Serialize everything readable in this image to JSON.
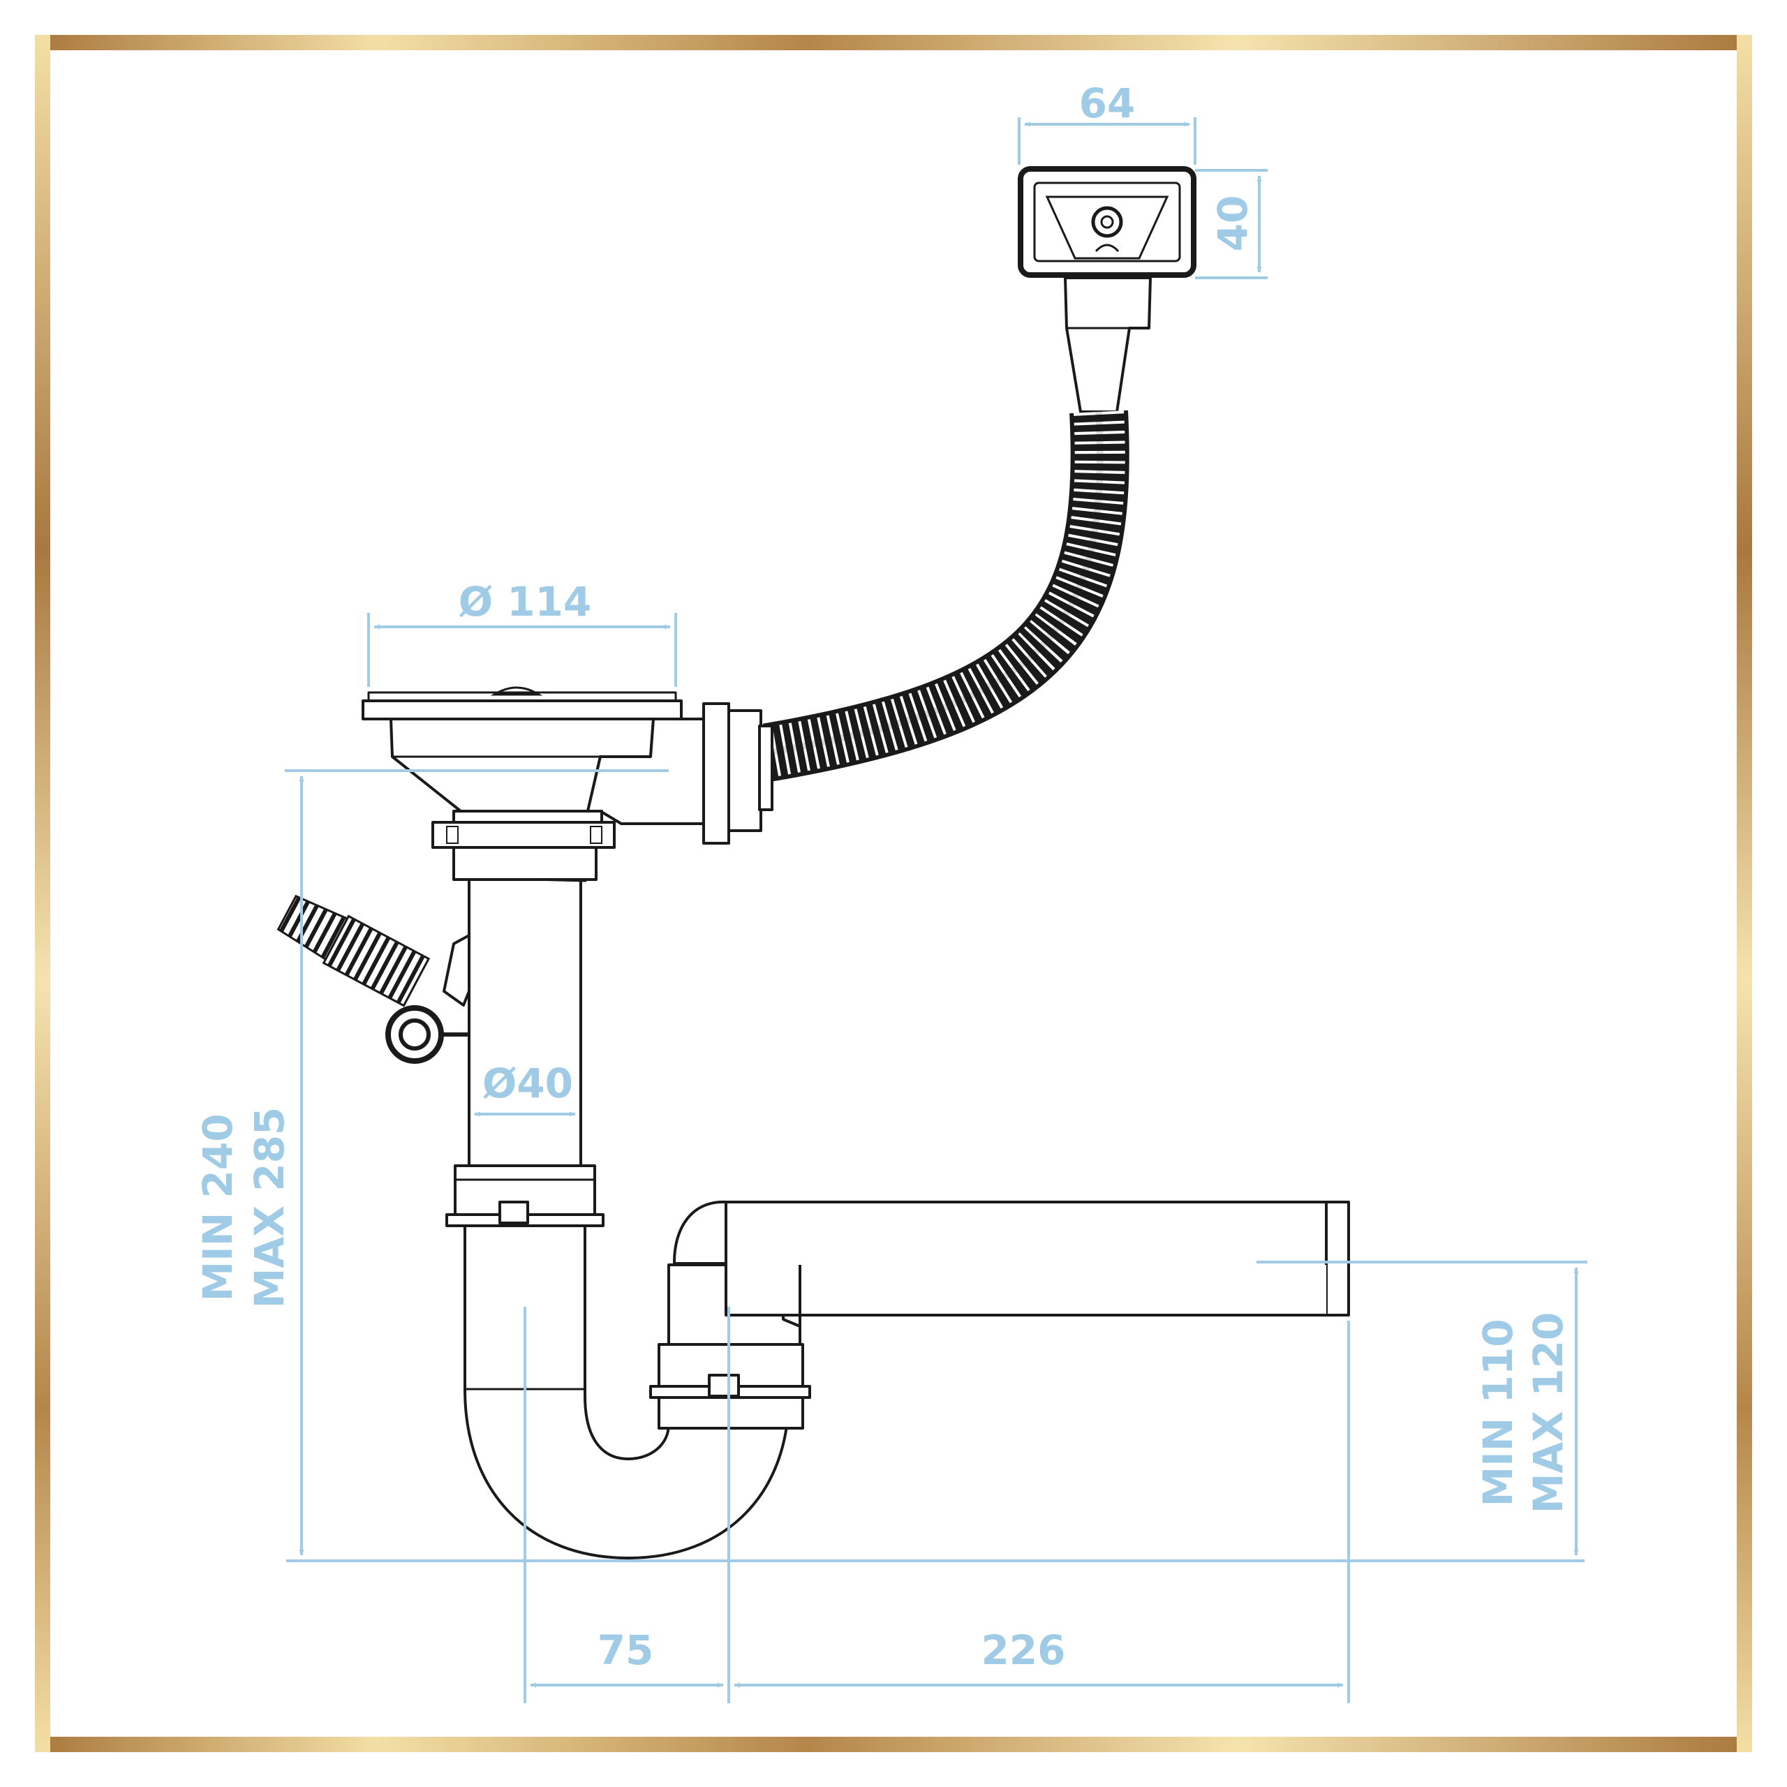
{
  "colors": {
    "dimension": "#9fcbe6",
    "outline": "#1a1a1a",
    "frame_gold_light": "#f3dfa5",
    "frame_gold_dark": "#a9783e"
  },
  "dimensions": {
    "overflow_width": "64",
    "overflow_height": "40",
    "strainer_diameter": "Ø 114",
    "pipe_diameter": "Ø40",
    "height_min": "MIN 240",
    "height_max": "MAX 285",
    "outlet_height_min": "MIN 110",
    "outlet_height_max": "MAX 120",
    "offset_75": "75",
    "outlet_length": "226"
  }
}
